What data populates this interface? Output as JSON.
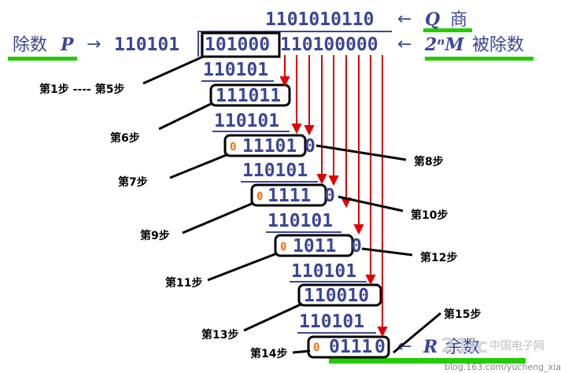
{
  "quotient": {
    "value": "1101010110",
    "label": "商",
    "symbol": "Q"
  },
  "divisor": {
    "label": "除数",
    "symbol": "P",
    "value": "110101"
  },
  "dividend": {
    "boxed": "101000",
    "rest": "110100000",
    "symbol": "2ⁿM",
    "label": "被除数"
  },
  "remainder": {
    "symbol": "R",
    "label": "余数"
  },
  "rows": [
    {
      "subtrahend": "110101",
      "result": "111011",
      "lead_zero": ""
    },
    {
      "subtrahend": "110101",
      "result": "11101",
      "lead_zero": "0"
    },
    {
      "subtrahend": "110101",
      "result": "1111",
      "lead_zero": "0"
    },
    {
      "subtrahend": "110101",
      "result": "1011",
      "lead_zero": "0"
    },
    {
      "subtrahend": "110101",
      "result": "110010",
      "lead_zero": ""
    },
    {
      "subtrahend": "110101",
      "result": "0111",
      "lead_zero": "0"
    }
  ],
  "steps": {
    "s1_5": "第1步 ---- 第5步",
    "s6": "第6步",
    "s7": "第7步",
    "s8": "第8步",
    "s9": "第9步",
    "s10": "第10步",
    "s11": "第11步",
    "s12": "第12步",
    "s13": "第13步",
    "s14": "第14步",
    "s15": "第15步"
  },
  "watermark": {
    "brand": "中国电子网",
    "url": "blog.163.com/yucheng_xiao"
  },
  "colors": {
    "ink": "#3b4696",
    "arrow": "#e00000",
    "highlight": "#22cc00",
    "box": "#000000",
    "zero": "#ff6a00"
  }
}
